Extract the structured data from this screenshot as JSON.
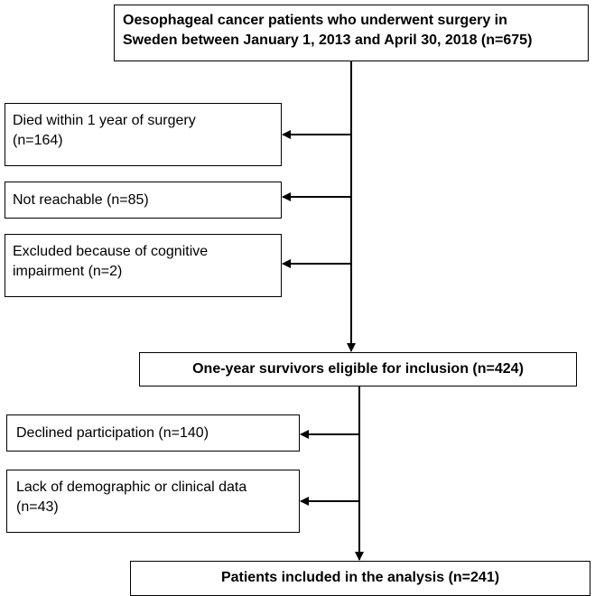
{
  "flowchart": {
    "source": {
      "text": "Oesophageal cancer patients who underwent surgery in\nSweden between January 1, 2013 and April 30, 2018 (n=675)"
    },
    "exclusions_first": [
      {
        "text": "Died within 1 year of surgery\n(n=164)"
      },
      {
        "text": "Not reachable (n=85)"
      },
      {
        "text": "Excluded because of cognitive\nimpairment (n=2)"
      }
    ],
    "eligible": {
      "text": "One-year survivors eligible for inclusion (n=424)"
    },
    "exclusions_second": [
      {
        "text": "Declined participation (n=140)"
      },
      {
        "text": "Lack of demographic or clinical data\n(n=43)"
      }
    ],
    "included": {
      "text": "Patients included in the analysis (n=241)"
    }
  },
  "colors": {
    "stroke": "#000000",
    "background": "#ffffff"
  }
}
